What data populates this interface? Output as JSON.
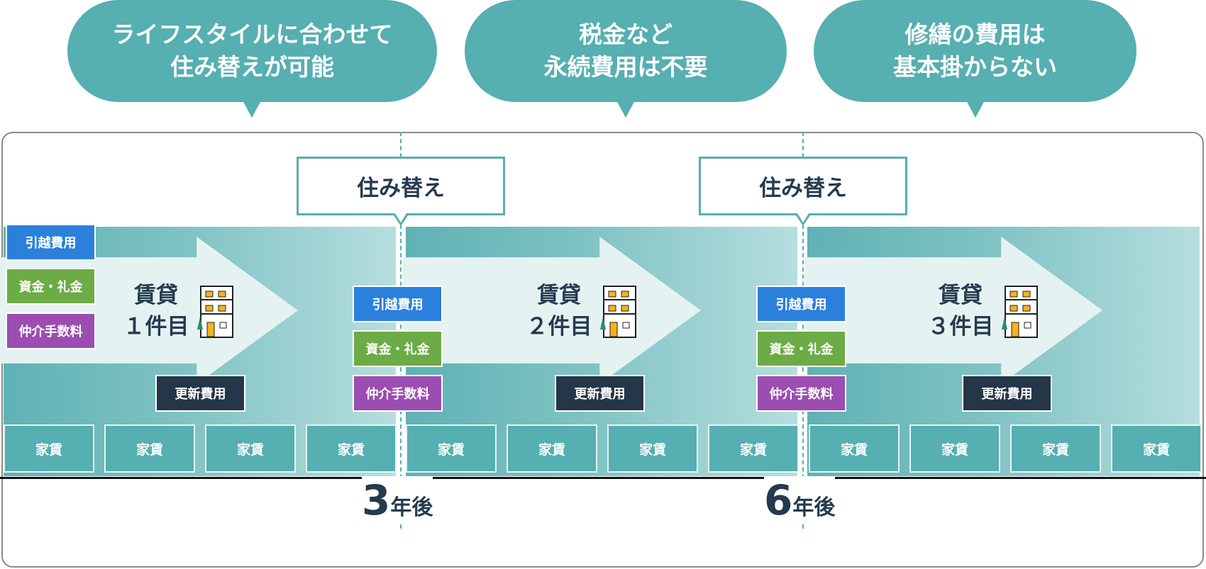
{
  "bubbles": [
    {
      "line1": "ライフスタイルに合わせて",
      "line2": "住み替えが可能"
    },
    {
      "line1": "税金など",
      "line2": "永続費用は不要"
    },
    {
      "line1": "修繕の費用は",
      "line2": "基本掛からない"
    }
  ],
  "move_label": "住み替え",
  "rentals": [
    {
      "line1": "賃貸",
      "line2": "１件目"
    },
    {
      "line1": "賃貸",
      "line2": "２件目"
    },
    {
      "line1": "賃貸",
      "line2": "３件目"
    }
  ],
  "tags": {
    "moving": "引越費用",
    "deposit": "資金・礼金",
    "agent": "仲介手数料",
    "renewal": "更新費用"
  },
  "rent_label": "家賃",
  "years": [
    {
      "num": "3",
      "unit": "年後"
    },
    {
      "num": "6",
      "unit": "年後"
    }
  ],
  "colors": {
    "teal": "#56afb1",
    "blue": "#2b80dc",
    "green": "#6cab45",
    "purple": "#9c4db1",
    "dark": "#243647"
  }
}
